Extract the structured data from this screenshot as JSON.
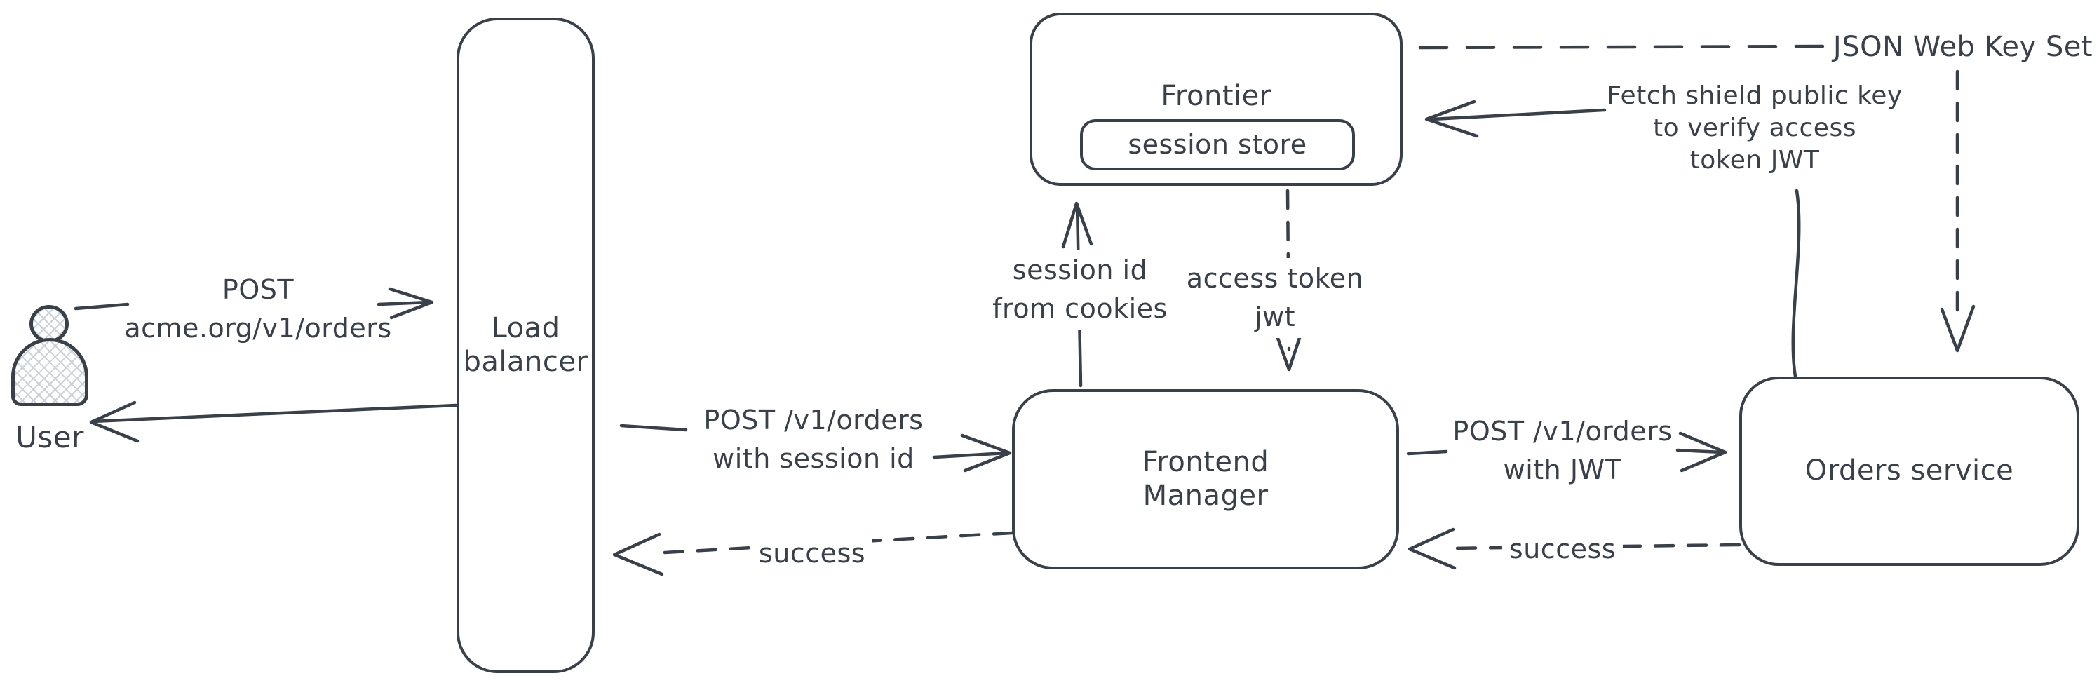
{
  "diagram": {
    "background": "#ffffff",
    "stroke_color": "#3a4049",
    "hatch_color": "#c9d2db",
    "nodes": {
      "user": {
        "label": "User"
      },
      "load_balancer": {
        "line1": "Load",
        "line2": "balancer"
      },
      "frontier": {
        "label": "Frontier"
      },
      "session_store": {
        "label": "session store"
      },
      "frontend_manager": {
        "line1": "Frontend",
        "line2": "Manager"
      },
      "orders_service": {
        "label": "Orders service"
      },
      "jwks": {
        "label": "JSON Web Key Set"
      }
    },
    "edges": {
      "user_to_lb": {
        "line1": "POST",
        "line2": "acme.org/v1/orders",
        "style": "solid"
      },
      "lb_to_user": {
        "style": "solid"
      },
      "lb_to_fm": {
        "line1": "POST /v1/orders",
        "line2": "with session id",
        "style": "solid"
      },
      "fm_to_lb_success": {
        "label": "success",
        "style": "dashed"
      },
      "fm_to_frontier": {
        "line1": "session id",
        "line2": "from cookies",
        "style": "solid"
      },
      "frontier_to_fm": {
        "line1": "access token",
        "line2": "jwt",
        "style": "dashed"
      },
      "fm_to_orders": {
        "line1": "POST /v1/orders",
        "line2": "with JWT",
        "style": "solid"
      },
      "orders_to_fm_success": {
        "label": "success",
        "style": "dashed"
      },
      "orders_to_frontier_fetch": {
        "line1": "Fetch shield public key",
        "line2": "to verify access",
        "line3": "token JWT",
        "style": "solid"
      },
      "frontier_to_jwks": {
        "style": "dashed"
      },
      "jwks_to_orders": {
        "style": "dashed"
      }
    }
  }
}
